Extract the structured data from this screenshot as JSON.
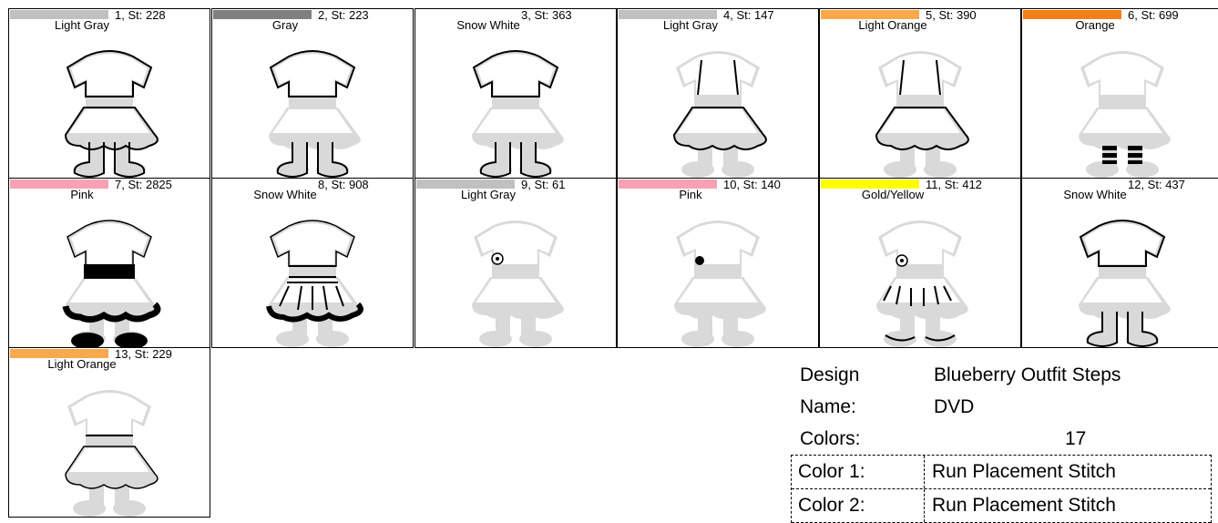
{
  "steps": [
    {
      "label": "1, St: 228",
      "color_name": "Light Gray",
      "bar_color": "#c0c0c0",
      "icon": "dress-outline-full"
    },
    {
      "label": "2, St: 223",
      "color_name": "Gray",
      "bar_color": "#808080",
      "icon": "dress-outline-sleeves"
    },
    {
      "label": "3, St: 363",
      "color_name": "Snow White",
      "bar_color": "#ffffff",
      "icon": "dress-outline-sleeves"
    },
    {
      "label": "4, St: 147",
      "color_name": "Light Gray",
      "bar_color": "#c0c0c0",
      "icon": "dress-outline-skirt"
    },
    {
      "label": "5, St: 390",
      "color_name": "Light Orange",
      "bar_color": "#f9a94b",
      "icon": "dress-outline-skirt"
    },
    {
      "label": "6, St: 699",
      "color_name": "Orange",
      "bar_color": "#f57f17",
      "icon": "dress-socks-stripes"
    },
    {
      "label": "7, St: 2825",
      "color_name": "Pink",
      "bar_color": "#f8a1b4",
      "icon": "dress-black-sash-shoes"
    },
    {
      "label": "8, St: 908",
      "color_name": "Snow White",
      "bar_color": "#ffffff",
      "icon": "dress-skirt-lines"
    },
    {
      "label": "9, St: 61",
      "color_name": "Light Gray",
      "bar_color": "#c0c0c0",
      "icon": "dress-flower-outline"
    },
    {
      "label": "10, St: 140",
      "color_name": "Pink",
      "bar_color": "#f8a1b4",
      "icon": "dress-flower-filled"
    },
    {
      "label": "11, St: 412",
      "color_name": "Gold/Yellow",
      "bar_color": "#ffff00",
      "icon": "dress-flower-lines"
    },
    {
      "label": "12, St: 437",
      "color_name": "Snow White",
      "bar_color": "#ffffff",
      "icon": "dress-outline-boots"
    },
    {
      "label": "13, St: 229",
      "color_name": "Light Orange",
      "bar_color": "#f9a94b",
      "icon": "dress-outline-waist"
    }
  ],
  "info": {
    "design_label": "Design",
    "design_value": "Blueberry Outfit Steps",
    "name_label": "Name:",
    "name_value": "DVD",
    "colors_label": "Colors:",
    "colors_value": "17"
  },
  "color_table": [
    {
      "label": "Color  1:",
      "value": "Run Placement Stitch"
    },
    {
      "label": "Color  2:",
      "value": "Run Placement Stitch"
    }
  ]
}
